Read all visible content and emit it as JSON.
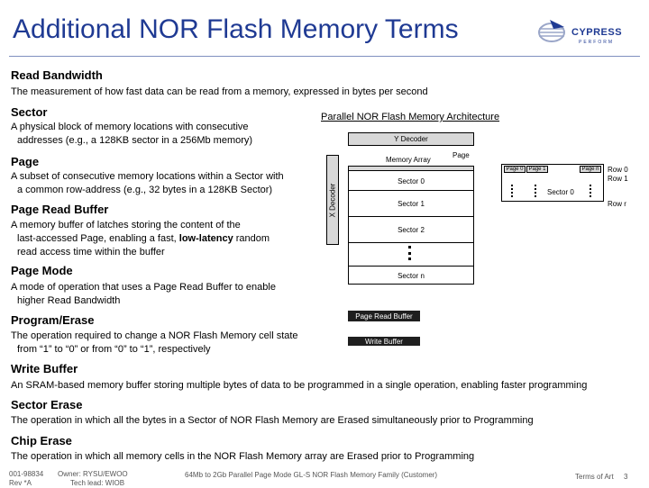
{
  "title": "Additional NOR Flash Memory Terms",
  "logo_text": "CYPRESS",
  "logo_sub": "PERFORM",
  "terms": [
    {
      "term": "Read Bandwidth",
      "lines": [
        "The measurement of how fast data can be read from a memory, expressed in bytes per second"
      ]
    },
    {
      "term": "Sector",
      "lines": [
        "A physical block of memory locations with consecutive",
        "addresses (e.g., a 128KB sector in a 256Mb memory)"
      ]
    },
    {
      "term": "Page",
      "lines": [
        "A subset of consecutive memory locations within a Sector with",
        "a common row-address (e.g., 32 bytes in a 128KB Sector)"
      ]
    },
    {
      "term": "Page Read Buffer",
      "lines": [
        "A memory buffer of latches storing the content of the",
        "last-accessed Page, enabling a fast, ",
        "low-latency",
        " random",
        "read access time within the buffer"
      ]
    },
    {
      "term": "Page Mode",
      "lines": [
        "A mode of operation that uses a Page Read Buffer to enable",
        "higher Read Bandwidth"
      ]
    },
    {
      "term": "Program/Erase",
      "lines": [
        "The operation required to change a NOR Flash Memory cell state",
        "from “1” to “0” or from “0” to “1”, respectively"
      ]
    },
    {
      "term": "Write Buffer",
      "lines": [
        "An SRAM-based memory buffer storing multiple bytes of data to be programmed in a single operation, enabling faster programming"
      ]
    },
    {
      "term": "Sector Erase",
      "lines": [
        "The operation in which all the bytes in a Sector of NOR Flash Memory are Erased simultaneously prior to Programming"
      ]
    },
    {
      "term": "Chip Erase",
      "lines": [
        "The operation in which all memory cells in the NOR Flash Memory array are Erased prior to Programming"
      ]
    }
  ],
  "diagram": {
    "title": "Parallel NOR Flash Memory Architecture",
    "y_decoder": "Y Decoder",
    "x_decoder": "X Decoder",
    "memory_array": "Memory Array",
    "page": "Page",
    "sectors": [
      "Sector 0",
      "Sector 1",
      "Sector 2",
      "Sector n"
    ],
    "zoom": {
      "page0": "Page 0",
      "page1": "Page 1",
      "pagen": "Page n",
      "sector": "Sector 0"
    },
    "rows": [
      "Row 0",
      "Row 1",
      "Row r"
    ],
    "page_read_buffer": "Page Read Buffer",
    "write_buffer": "Write Buffer"
  },
  "footer": {
    "doc_id": "001-98834",
    "rev": "Rev *A",
    "owner": "Owner: RYSU/EWOO",
    "tech_lead": "Tech lead: WIOB",
    "center": "64Mb to 2Gb Parallel Page Mode GL-S NOR Flash Memory Family (Customer)",
    "right": "Terms of Art",
    "page_number": "3"
  }
}
